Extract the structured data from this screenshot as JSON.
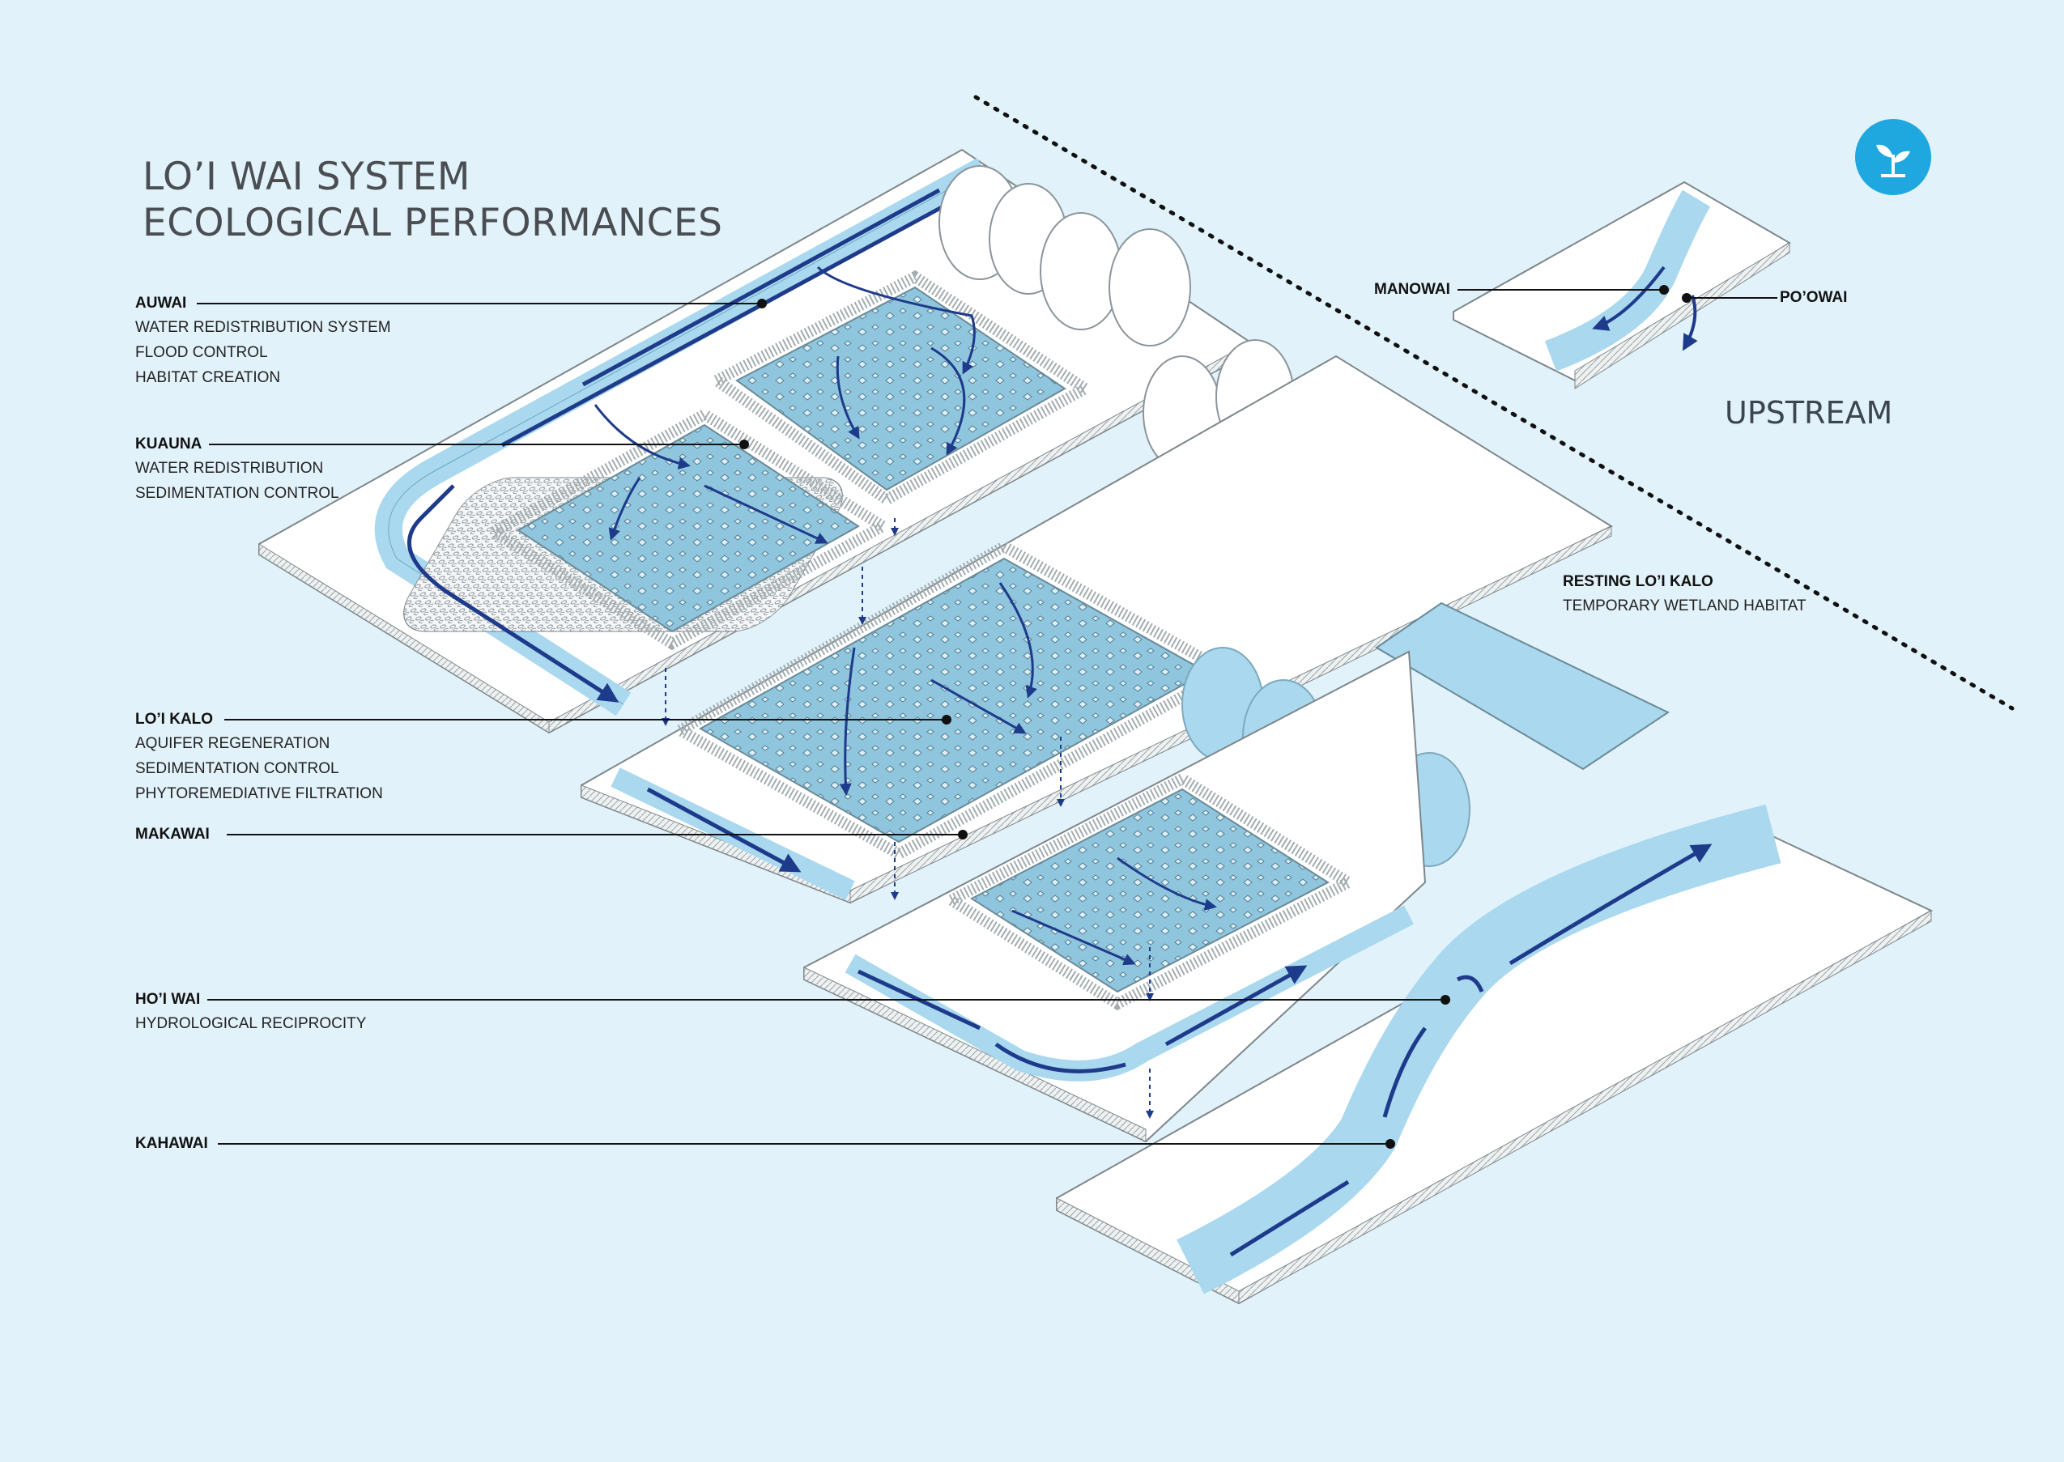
{
  "title": {
    "line1": "LO’I WAI SYSTEM",
    "line2": "ECOLOGICAL PERFORMANCES"
  },
  "labels": {
    "auwai": {
      "name": "AUWAI",
      "lines": [
        "WATER REDISTRIBUTION SYSTEM",
        "FLOOD CONTROL",
        "HABITAT CREATION"
      ]
    },
    "kuauna": {
      "name": "KUAUNA",
      "lines": [
        "WATER REDISTRIBUTION",
        "SEDIMENTATION CONTROL"
      ]
    },
    "loi_kalo": {
      "name": "LO’I KALO",
      "lines": [
        "AQUIFER REGENERATION",
        "SEDIMENTATION CONTROL",
        "PHYTOREMEDIATIVE FILTRATION"
      ]
    },
    "makawai": {
      "name": "MAKAWAI"
    },
    "hoi_wai": {
      "name": "HO’I WAI",
      "lines": [
        "HYDROLOGICAL RECIPROCITY"
      ]
    },
    "kahawai": {
      "name": "KAHAWAI"
    },
    "resting": {
      "name": "RESTING LO’I KALO",
      "lines": [
        "TEMPORARY WETLAND HABITAT"
      ]
    },
    "manowai": {
      "name": "MANOWAI"
    },
    "poowai": {
      "name": "PO’OWAI"
    }
  },
  "upstream_label": "UPSTREAM",
  "badge_icon": "sprout-icon",
  "colors": {
    "background": "#e2f2fa",
    "water": "#a9d8ef",
    "flow_arrow": "#1e3a8a",
    "badge": "#1fa7e0",
    "text": "#4a4d52"
  }
}
